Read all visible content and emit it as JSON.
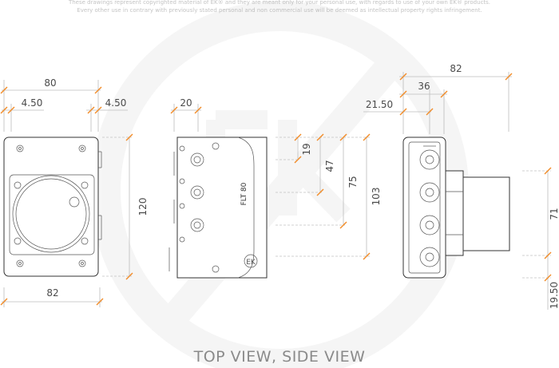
{
  "copyright": {
    "line1": "These drawings represent copyrighted material of EK® and they are meant only for your personal use, with regards to use of your own EK® products.",
    "line2": "Every other use in contrary with previously stated personal and non commercial use will be deemed as intellectual property rights infringement."
  },
  "footer": {
    "caption": "TOP VIEW, SIDE VIEW"
  },
  "dimensions": {
    "top_width": "80",
    "left_margin": "4.50",
    "right_margin": "4.50",
    "height_120": "120",
    "bottom_width": "82",
    "offset_20": "20",
    "pitch_19": "19",
    "pitch_47": "47",
    "pitch_75": "75",
    "pitch_103": "103",
    "side_width": "82",
    "side_36": "36",
    "side_21_50": "21.50",
    "side_71": "71",
    "side_19_50": "19.50"
  },
  "labels": {
    "product_mark": "FLT 80"
  },
  "colors": {
    "dimension_tick": "#f28c28",
    "line": "#bdbdbd",
    "outline": "#333333"
  }
}
